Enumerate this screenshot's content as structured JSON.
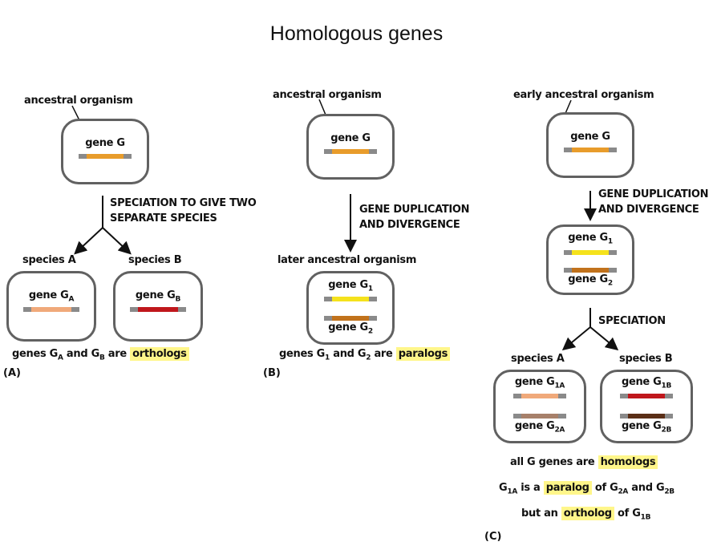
{
  "title": "Homologous genes",
  "colors": {
    "box_border": "#616161",
    "gene_end": "#8a8a8a",
    "gene_g": "#e89c2b",
    "gene_ga": "#f0a97a",
    "gene_gb": "#c0171c",
    "gene_g1": "#f5e21c",
    "gene_g2": "#c1721c",
    "gene_g1a": "#f0a97a",
    "gene_g2a": "#a7806a",
    "gene_g1b": "#c0171c",
    "gene_g2b": "#5a2e16",
    "highlight": "#fff68a"
  },
  "panel_a": {
    "caption": "(A)",
    "ancestral_label": "ancestral organism",
    "gene_label": "gene G",
    "event": [
      "SPECIATION TO GIVE TWO",
      "SEPARATE SPECIES"
    ],
    "species_a": "species A",
    "species_b": "species B",
    "gene_a": {
      "base": "gene G",
      "sub": "A"
    },
    "gene_b": {
      "base": "gene G",
      "sub": "B"
    },
    "statement": {
      "p1": "genes G",
      "s1": "A",
      "p2": " and G",
      "s2": "B",
      "p3": " are ",
      "hl": "orthologs"
    }
  },
  "panel_b": {
    "caption": "(B)",
    "ancestral_label": "ancestral organism",
    "gene_label": "gene G",
    "event": [
      "GENE DUPLICATION",
      "AND DIVERGENCE"
    ],
    "later_label": "later ancestral organism",
    "gene_1": {
      "base": "gene G",
      "sub": "1"
    },
    "gene_2": {
      "base": "gene G",
      "sub": "2"
    },
    "statement": {
      "p1": "genes G",
      "s1": "1",
      "p2": " and G",
      "s2": "2",
      "p3": " are ",
      "hl": "paralogs"
    }
  },
  "panel_c": {
    "caption": "(C)",
    "ancestral_label": "early ancestral organism",
    "gene_label": "gene G",
    "event1": [
      "GENE DUPLICATION",
      "AND DIVERGENCE"
    ],
    "gene_1": {
      "base": "gene G",
      "sub": "1"
    },
    "gene_2": {
      "base": "gene G",
      "sub": "2"
    },
    "event2": "SPECIATION",
    "species_a": "species A",
    "species_b": "species B",
    "gene_1a": {
      "base": "gene G",
      "sub": "1A"
    },
    "gene_2a": {
      "base": "gene G",
      "sub": "2A"
    },
    "gene_1b": {
      "base": "gene G",
      "sub": "1B"
    },
    "gene_2b": {
      "base": "gene G",
      "sub": "2B"
    },
    "line1": {
      "pre": "all G genes are ",
      "hl": "homologs"
    },
    "line2": {
      "g": "G",
      "s1": "1A",
      "p1": " is a ",
      "hl": "paralog",
      "p2": " of G",
      "s2": "2A",
      "p3": " and G",
      "s3": "2B"
    },
    "line3": {
      "pre": "but an ",
      "hl": "ortholog",
      "p1": " of G",
      "s1": "1B"
    }
  }
}
